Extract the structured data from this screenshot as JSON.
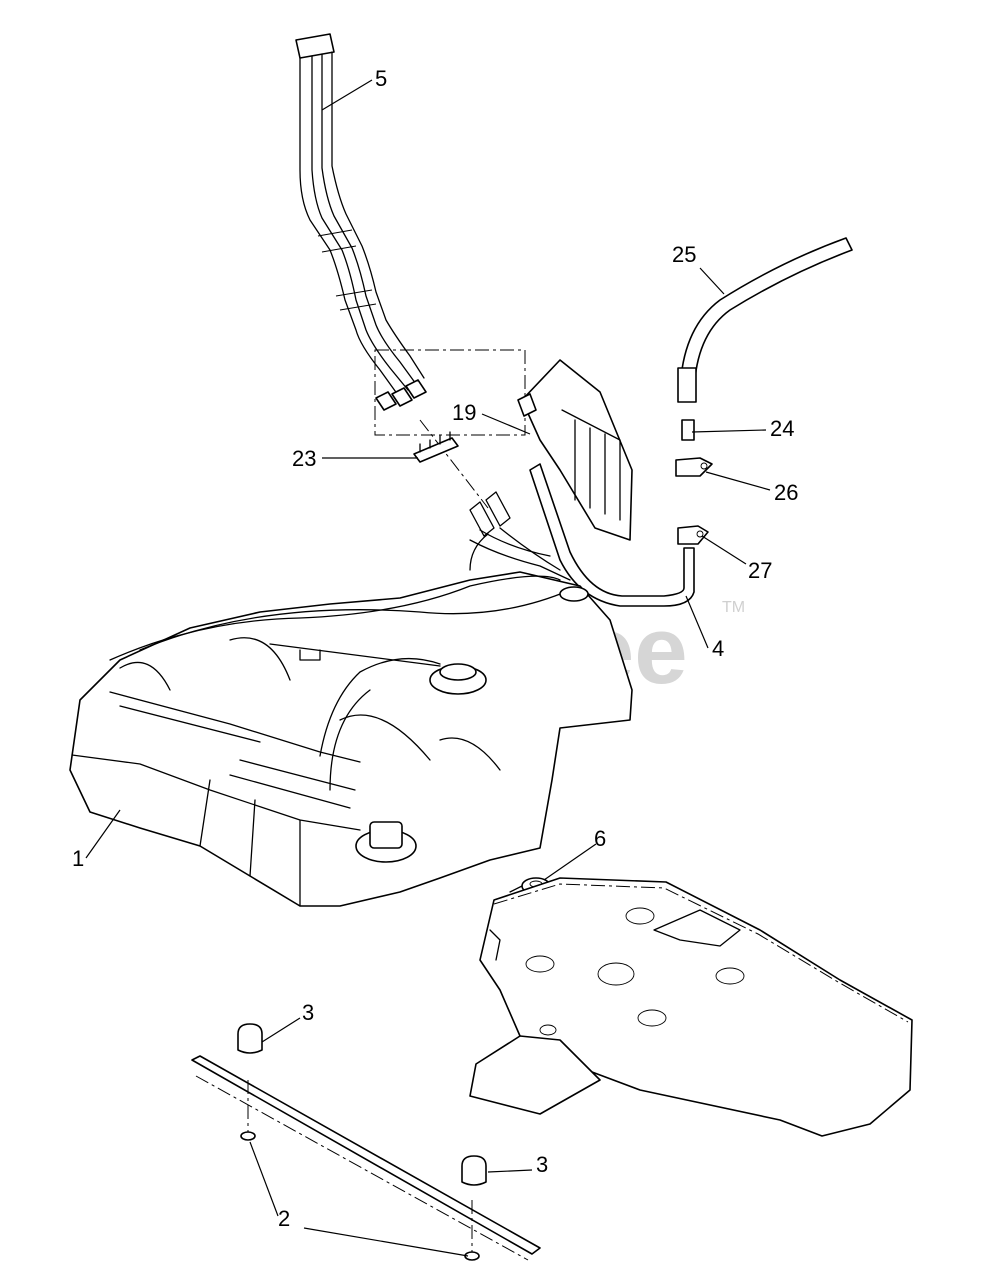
{
  "watermark": {
    "text": "PartsTree",
    "trademark": "TM"
  },
  "callouts": [
    {
      "id": "c5",
      "label": "5"
    },
    {
      "id": "c25",
      "label": "25"
    },
    {
      "id": "c19",
      "label": "19"
    },
    {
      "id": "c24",
      "label": "24"
    },
    {
      "id": "c23",
      "label": "23"
    },
    {
      "id": "c26",
      "label": "26"
    },
    {
      "id": "c27",
      "label": "27"
    },
    {
      "id": "c4",
      "label": "4"
    },
    {
      "id": "c1",
      "label": "1"
    },
    {
      "id": "c6",
      "label": "6"
    },
    {
      "id": "c3a",
      "label": "3"
    },
    {
      "id": "c3b",
      "label": "3"
    },
    {
      "id": "c2",
      "label": "2"
    }
  ]
}
